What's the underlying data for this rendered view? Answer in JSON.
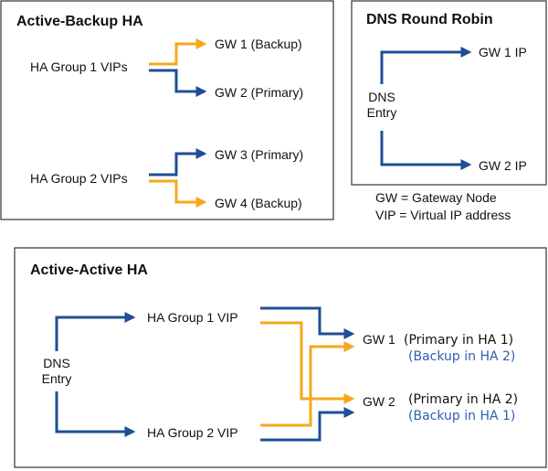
{
  "colors": {
    "blue": "#1f4e96",
    "orange": "#f5a81c",
    "border": "#333333",
    "note_blue": "#2e5fae"
  },
  "active_backup": {
    "title": "Active-Backup HA",
    "group1": "HA Group 1 VIPs",
    "group2": "HA Group 2 VIPs",
    "gw1": "GW 1 (Backup)",
    "gw2": "GW 2 (Primary)",
    "gw3": "GW 3 (Primary)",
    "gw4": "GW 4 (Backup)"
  },
  "dns_rr": {
    "title": "DNS Round Robin",
    "dns_line1": "DNS",
    "dns_line2": "Entry",
    "gw1": "GW 1 IP",
    "gw2": "GW 2 IP"
  },
  "legend": {
    "gw": "GW = Gateway Node",
    "vip": "VIP = Virtual IP address"
  },
  "active_active": {
    "title": "Active-Active HA",
    "dns_line1": "DNS",
    "dns_line2": "Entry",
    "vip1": "HA Group 1 VIP",
    "vip2": "HA Group 2 VIP",
    "gw1": "GW 1",
    "gw1_primary": "(Primary in HA 1)",
    "gw1_backup": "(Backup in HA 2)",
    "gw2": "GW 2",
    "gw2_primary": "(Primary in HA 2)",
    "gw2_backup": "(Backup in HA 1)"
  }
}
